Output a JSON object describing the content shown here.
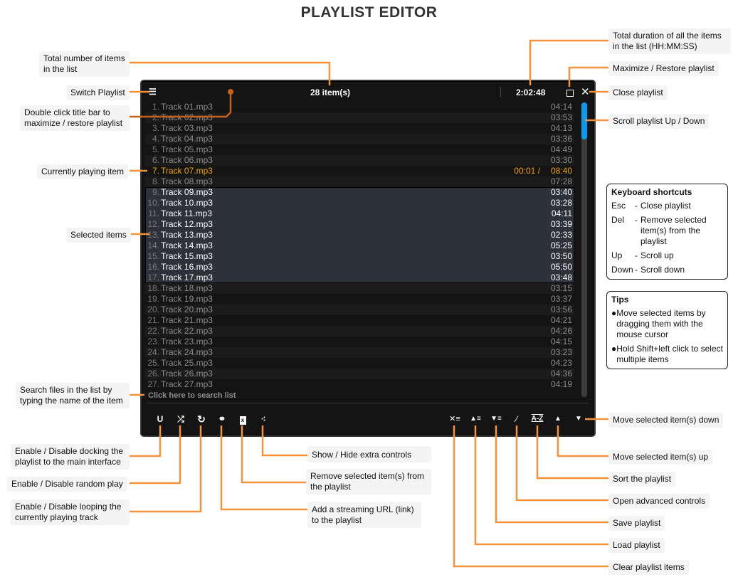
{
  "title": "PLAYLIST EDITOR",
  "accent": "#f7923a",
  "playlist": {
    "item_count": "28 item(s)",
    "total_duration": "2:02:48",
    "search_placeholder": "Click here to search list",
    "now_playing_elapsed": "00:01 /",
    "tracks": [
      {
        "n": "1.",
        "name": "Track 01.mp3",
        "dur": "04:14"
      },
      {
        "n": "2.",
        "name": "Track 02.mp3",
        "dur": "03:53"
      },
      {
        "n": "3.",
        "name": "Track 03.mp3",
        "dur": "04:13"
      },
      {
        "n": "4.",
        "name": "Track 04.mp3",
        "dur": "03:36"
      },
      {
        "n": "5.",
        "name": "Track 05.mp3",
        "dur": "04:49"
      },
      {
        "n": "6.",
        "name": "Track 06.mp3",
        "dur": "03:30"
      },
      {
        "n": "7.",
        "name": "Track 07.mp3",
        "dur": "08:40"
      },
      {
        "n": "8.",
        "name": "Track 08.mp3",
        "dur": "07:28"
      },
      {
        "n": "9.",
        "name": "Track 09.mp3",
        "dur": "03:40"
      },
      {
        "n": "10.",
        "name": "Track 10.mp3",
        "dur": "03:28"
      },
      {
        "n": "11.",
        "name": "Track 11.mp3",
        "dur": "04:11"
      },
      {
        "n": "12.",
        "name": "Track 12.mp3",
        "dur": "03:39"
      },
      {
        "n": "13.",
        "name": "Track 13.mp3",
        "dur": "02:33"
      },
      {
        "n": "14.",
        "name": "Track 14.mp3",
        "dur": "05:25"
      },
      {
        "n": "15.",
        "name": "Track 15.mp3",
        "dur": "03:50"
      },
      {
        "n": "16.",
        "name": "Track 16.mp3",
        "dur": "05:50"
      },
      {
        "n": "17.",
        "name": "Track 17.mp3",
        "dur": "03:48"
      },
      {
        "n": "18.",
        "name": "Track 18.mp3",
        "dur": "03:15"
      },
      {
        "n": "19.",
        "name": "Track 19.mp3",
        "dur": "03:37"
      },
      {
        "n": "20.",
        "name": "Track 20.mp3",
        "dur": "03:56"
      },
      {
        "n": "21.",
        "name": "Track 21.mp3",
        "dur": "04:21"
      },
      {
        "n": "22.",
        "name": "Track 22.mp3",
        "dur": "04:26"
      },
      {
        "n": "23.",
        "name": "Track 23.mp3",
        "dur": "04:15"
      },
      {
        "n": "24.",
        "name": "Track 24.mp3",
        "dur": "03:23"
      },
      {
        "n": "25.",
        "name": "Track 25.mp3",
        "dur": "04:23"
      },
      {
        "n": "26.",
        "name": "Track 26.mp3",
        "dur": "04:36"
      },
      {
        "n": "27.",
        "name": "Track 27.mp3",
        "dur": "04:19"
      }
    ],
    "playing_index": 6,
    "selected_range": [
      8,
      16
    ],
    "scroll_position_fraction": 0.0
  },
  "toolbar": {
    "az_label": "A-Z"
  },
  "callouts": {
    "total_items": "Total number of items in the list",
    "switch_playlist": "Switch Playlist",
    "double_click": "Double click title bar to maximize / restore playlist",
    "currently_playing": "Currently playing item",
    "selected_items": "Selected items",
    "search": "Search files in the list by typing the name of the item",
    "total_duration": "Total duration of all the items in the list (HH:MM:SS)",
    "maximize": "Maximize / Restore playlist",
    "close": "Close playlist",
    "scroll": "Scroll playlist Up / Down",
    "move_down": "Move selected item(s) down",
    "move_up": "Move selected item(s) up",
    "sort": "Sort the playlist",
    "advanced": "Open advanced controls",
    "save": "Save playlist",
    "load": "Load playlist",
    "clear": "Clear playlist items",
    "docking": "Enable / Disable docking the playlist to the main interface",
    "random": "Enable / Disable random play",
    "looping": "Enable / Disable looping the currently playing track",
    "stream": "Add a streaming URL (link) to the playlist",
    "remove": "Remove selected item(s) from the playlist",
    "extra": "Show / Hide extra controls"
  },
  "shortcuts": {
    "title": "Keyboard shortcuts",
    "items": [
      {
        "key": "Esc",
        "desc": "Close playlist"
      },
      {
        "key": "Del",
        "desc": "Remove selected item(s) from the playlist"
      },
      {
        "key": "Up",
        "desc": "Scroll up"
      },
      {
        "key": "Down",
        "desc": "Scroll down"
      }
    ]
  },
  "tips": {
    "title": "Tips",
    "items": [
      "Move selected items by dragging them with the mouse cursor",
      "Hold Shift+left click to select multiple items"
    ]
  }
}
